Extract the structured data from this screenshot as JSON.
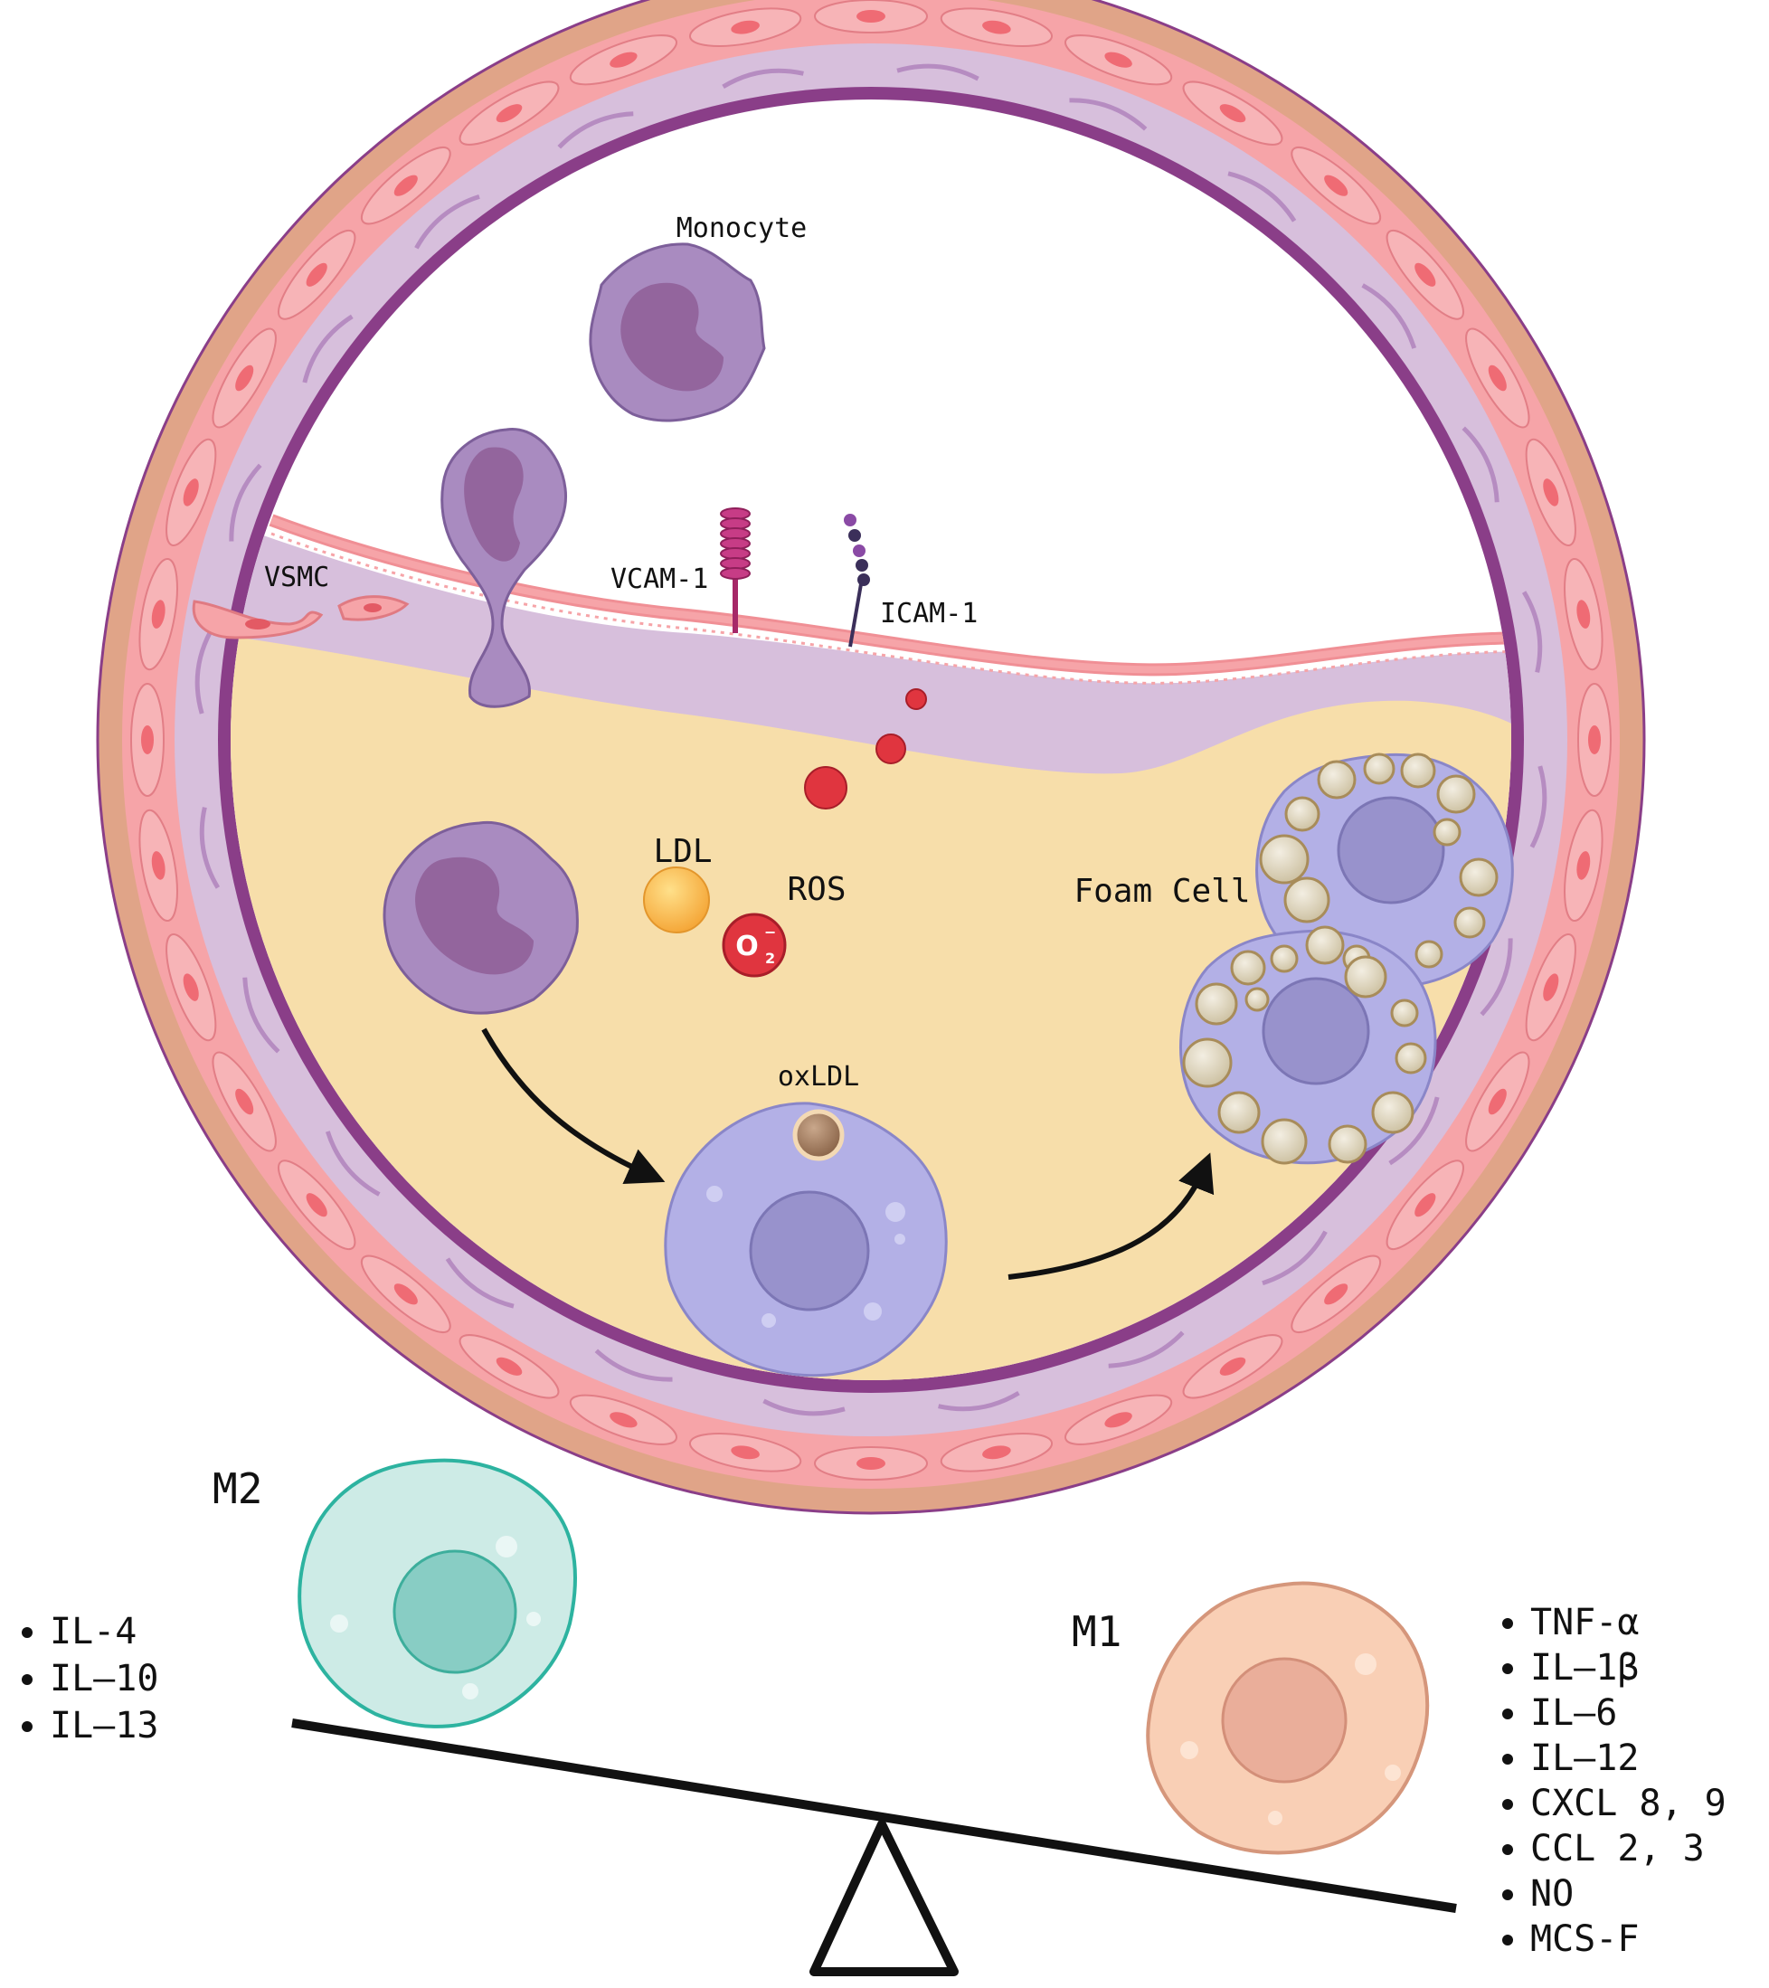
{
  "labels": {
    "monocyte": "Monocyte",
    "vsmc": "VSMC",
    "vcam": "VCAM-1",
    "icam": "ICAM-1",
    "ldl": "LDL",
    "ros": "ROS",
    "oxldl": "oxLDL",
    "foam_cell": "Foam Cell",
    "m2": "M2",
    "m1": "M1",
    "ros_symbol": "O",
    "ros_sub": "2",
    "ros_sup": "−"
  },
  "m2_markers": [
    "IL-4",
    "IL–10",
    "IL–13"
  ],
  "m1_markers": [
    "TNF-α",
    "IL–1β",
    "IL–6",
    "IL–12",
    "CXCL 8, 9",
    "CCL 2, 3",
    "NO",
    "MCS-F"
  ],
  "colors": {
    "adventitia": "#e0a488",
    "media": "#d7bfdc",
    "endothelium": "#f6a4a8",
    "elastic_lamina": "#8a3e88",
    "plaque": "#f7deaa",
    "monocyte": "#a98bc0",
    "macrophage": "#b3b0e6",
    "m2": "#cdebe6",
    "m1": "#f9cfb5",
    "ros": "#e0353f",
    "ldl": "#f7b64a"
  },
  "icons": [
    "monocyte-cell",
    "macrophage-cell",
    "foam-cell",
    "ldl-particle",
    "ros-superoxide",
    "vcam-receptor",
    "icam-receptor",
    "vsmc-cell",
    "balance-scale"
  ]
}
